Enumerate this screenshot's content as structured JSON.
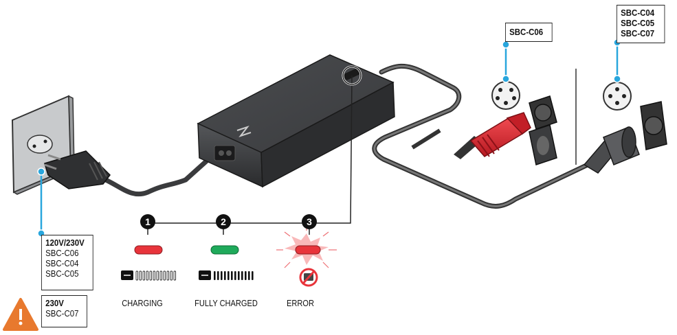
{
  "callouts": {
    "plug_label": {
      "title": "120V/230V",
      "lines": [
        "SBC-C06",
        "SBC-C04",
        "SBC-C05"
      ]
    },
    "warning_label": {
      "title": "230V",
      "lines": [
        "SBC-C07"
      ]
    },
    "c06_label": {
      "text": "SBC-C06"
    },
    "c04_group_label": {
      "lines": [
        "SBC-C04",
        "SBC-C05",
        "SBC-C07"
      ]
    }
  },
  "states": [
    {
      "number": "1",
      "label": "CHARGING",
      "led_color": "#e8343b"
    },
    {
      "number": "2",
      "label": "FULLY CHARGED",
      "led_color": "#1faa5b"
    },
    {
      "number": "3",
      "label": "ERROR",
      "led_color": "#e8343b"
    }
  ],
  "colors": {
    "accent_blue": "#29a6dd",
    "charger_body": "#2e2f31",
    "warning_orange": "#e8792e",
    "plug_red": "#d9252d"
  },
  "icons": [
    "warning-icon",
    "battery-icon",
    "error-battery-icon",
    "wall-socket-icon",
    "charger-icon"
  ]
}
